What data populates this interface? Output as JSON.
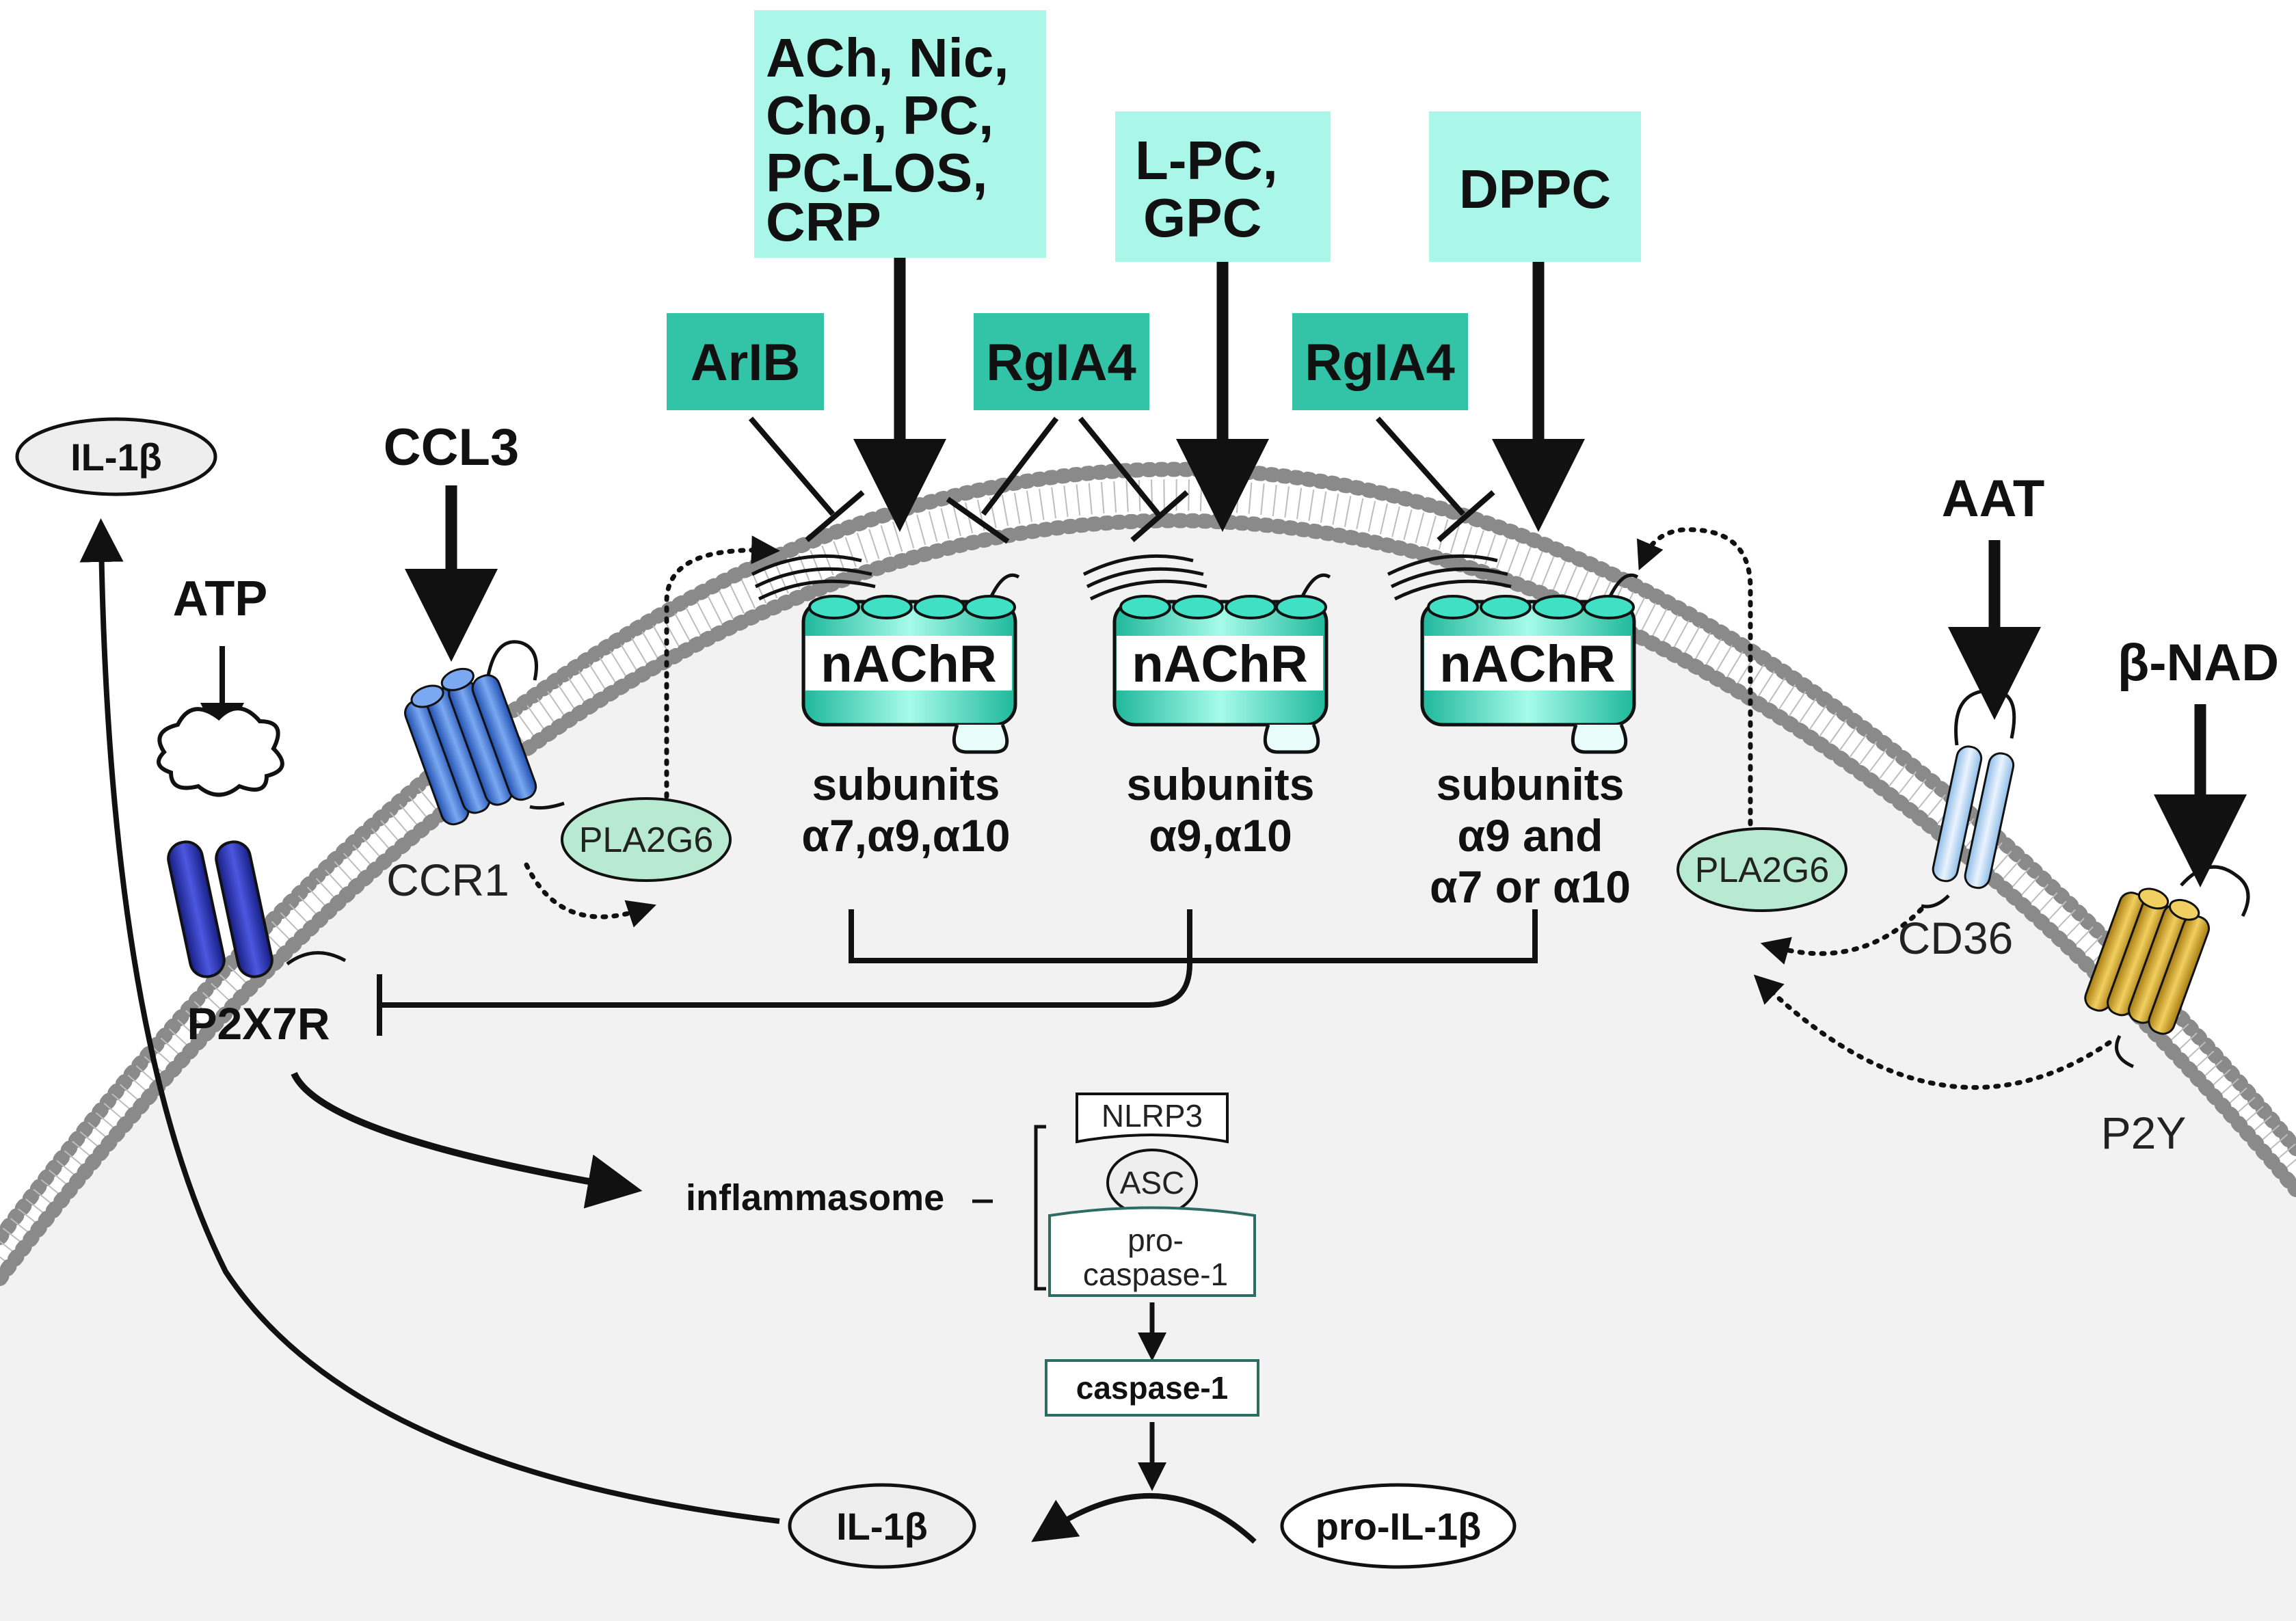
{
  "ligand_boxes": {
    "group1": [
      "ACh, Nic,",
      "Cho, PC,",
      "PC-LOS,",
      "CRP"
    ],
    "group2": [
      "L-PC,",
      "GPC"
    ],
    "group3": "DPPC"
  },
  "antagonists": {
    "arib": "ArIB",
    "rgia4_a": "RgIA4",
    "rgia4_b": "RgIA4"
  },
  "receptors": {
    "nachr_1": "nAChR",
    "nachr_2": "nAChR",
    "nachr_3": "nAChR",
    "subunits_1": [
      "subunits",
      "α7,α9,α10"
    ],
    "subunits_2": [
      "subunits",
      "α9,α10"
    ],
    "subunits_3": [
      "subunits",
      "α9 and",
      "α7 or α10"
    ]
  },
  "extracellular": {
    "il1b": "IL-1β",
    "atp": "ATP",
    "ccl3": "CCL3",
    "aat": "AAT",
    "bnad": "β-NAD"
  },
  "membrane_proteins": {
    "p2x7r": "P2X7R",
    "ccr1": "CCR1",
    "pla2g6_left": "PLA2G6",
    "pla2g6_right": "PLA2G6",
    "cd36": "CD36",
    "p2y": "P2Y"
  },
  "intracellular": {
    "inflammasome": "inflammasome",
    "nlrp3": "NLRP3",
    "asc": "ASC",
    "procaspase": [
      "pro-",
      "caspase-1"
    ],
    "caspase1": "caspase-1",
    "il1b_inner": "IL-1β",
    "pro_il1b": "pro-IL-1β"
  },
  "colors": {
    "ligand_box": "#aaf7ea",
    "antagonist_box": "#33c4a8",
    "nachr": "#3fe0c4",
    "pla2g6": "#b8ead2",
    "p2x7r": "#2a34b8",
    "ccr1": "#3b6fd8",
    "cd36": "#bcdcf6",
    "p2y": "#dcaa2a",
    "cell_interior": "#f2f2f2",
    "membrane_head": "#8a8a8a"
  }
}
